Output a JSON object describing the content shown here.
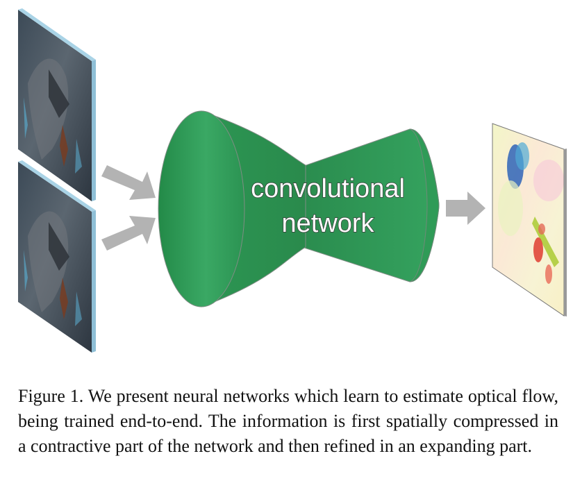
{
  "figure": {
    "network_label_line1": "convolutional",
    "network_label_line2": "network",
    "inputs": [
      "input-frame-1",
      "input-frame-2"
    ],
    "output": "optical-flow-output",
    "colors": {
      "network_green": "#2e9a55",
      "arrow_gray": "#b3b3b3",
      "frame_edge": "#9fc9de"
    }
  },
  "caption": {
    "text": "Figure 1. We present neural networks which learn to estimate optical flow, being trained end-to-end. The information is first spatially compressed in a contractive part of the network and then refined in an expanding part."
  }
}
